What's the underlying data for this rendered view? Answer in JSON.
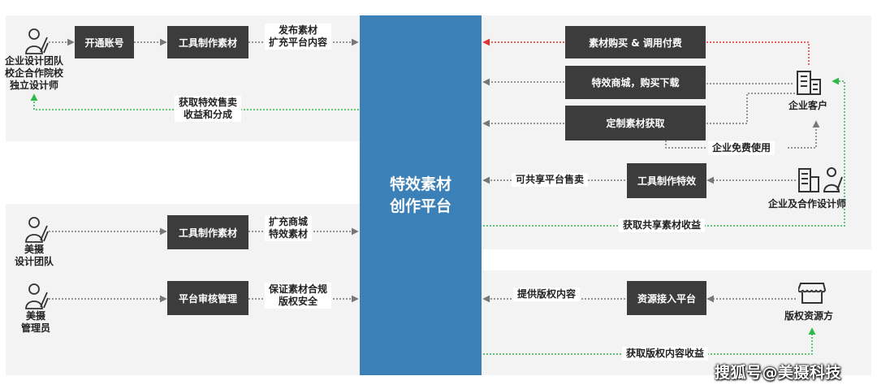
{
  "center": {
    "line1": "特效素材",
    "line2": "创作平台"
  },
  "roles": {
    "designer_team": [
      "企业设计团队",
      "校企合作院校",
      "独立设计师"
    ],
    "meishe_design": [
      "美摄",
      "设计团队"
    ],
    "meishe_admin": [
      "美摄",
      "管理员"
    ],
    "enterprise_client": "企业客户",
    "enterprise_partner": "企业及合作设计师",
    "copyright_owner": "版权资源方"
  },
  "boxes": {
    "open_account": "开通账号",
    "tool_material_1": "工具制作素材",
    "tool_material_2": "工具制作素材",
    "platform_review": "平台审核管理",
    "material_purchase": "素材购买 & 调用付费",
    "effects_mall": "特效商城，购买下载",
    "custom_material": "定制素材获取",
    "tool_effects": "工具制作特效",
    "resource_access": "资源接入平台"
  },
  "labels": {
    "publish": [
      "发布素材",
      "扩充平台内容"
    ],
    "get_revenue": [
      "获取特效售卖",
      "收益和分成"
    ],
    "expand_mall": [
      "扩充商城",
      "特效素材"
    ],
    "compliance": [
      "保证素材合规",
      "版权安全"
    ],
    "free_use": "企业免费使用",
    "shareable_sale": "可共享平台售卖",
    "shared_revenue": "获取共享素材收益",
    "provide_copyright": "提供版权内容",
    "copyright_revenue": "获取版权内容收益"
  },
  "watermark": "搜狐号@美摄科技",
  "colors": {
    "center": "#3b80b7",
    "box": "#3c3c3c",
    "panel": "#f3f3f3",
    "red": "#e63232",
    "green": "#2db84a",
    "gray": "#777777"
  },
  "icons": [
    "person-pen-icon",
    "building-icon",
    "building-person-icon",
    "storefront-icon"
  ]
}
